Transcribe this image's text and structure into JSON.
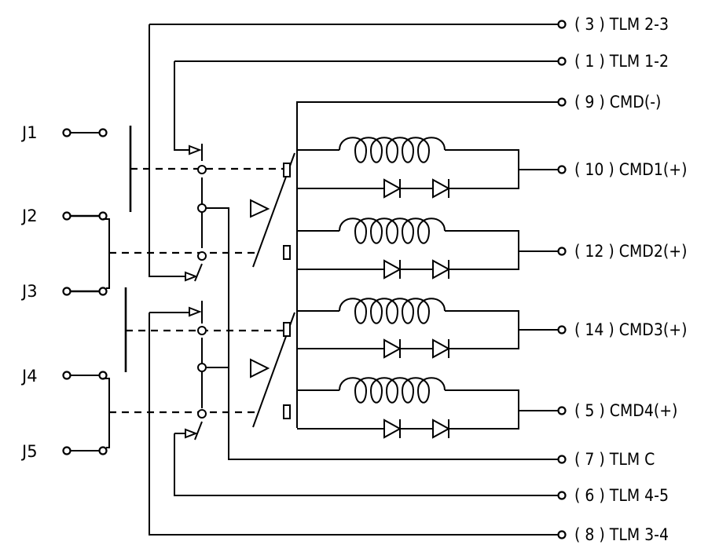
{
  "jumpers": [
    {
      "label": "J1"
    },
    {
      "label": "J2"
    },
    {
      "label": "J3"
    },
    {
      "label": "J4"
    },
    {
      "label": "J5"
    }
  ],
  "outputs": [
    {
      "pin": "3",
      "label": "TLM 2-3"
    },
    {
      "pin": "1",
      "label": "TLM 1-2"
    },
    {
      "pin": "9",
      "label": "CMD(-)"
    },
    {
      "pin": "10",
      "label": "CMD1(+)"
    },
    {
      "pin": "12",
      "label": "CMD2(+)"
    },
    {
      "pin": "14",
      "label": "CMD3(+)"
    },
    {
      "pin": "5",
      "label": "CMD4(+)"
    },
    {
      "pin": "7",
      "label": "TLM C"
    },
    {
      "pin": "6",
      "label": "TLM 4-5"
    },
    {
      "pin": "8",
      "label": "TLM 3-4"
    }
  ]
}
